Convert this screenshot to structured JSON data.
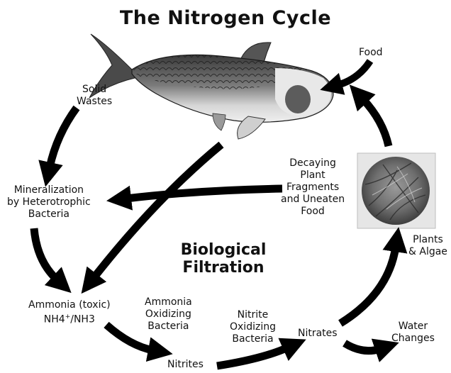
{
  "title": "The Nitrogen Cycle",
  "subtitle": "Biological Filtration",
  "labels": {
    "food": "Food",
    "solid_wastes": [
      "Solid",
      "Wastes"
    ],
    "mineralization": [
      "Mineralization",
      "by Heterotrophic",
      "Bacteria"
    ],
    "decaying": [
      "Decaying",
      "Plant",
      "Fragments",
      "and Uneaten",
      "Food"
    ],
    "plants": [
      "Plants",
      "& Algae"
    ],
    "ammonia_line1": "Ammonia (toxic)",
    "ammonia_nh4": "NH4",
    "ammonia_plus": "+",
    "ammonia_nh3": "/NH3",
    "ammonia_oxidizing": [
      "Ammonia",
      "Oxidizing",
      "Bacteria"
    ],
    "nitrite_oxidizing": [
      "Nitrite",
      "Oxidizing",
      "Bacteria"
    ],
    "nitrates": "Nitrates",
    "water_changes": [
      "Water",
      "Changes"
    ],
    "nitrites": "Nitrites"
  },
  "colors": {
    "arrow": "#000000",
    "text": "#111111",
    "background": "#ffffff"
  },
  "icons": {
    "fish": "koi-fish-image",
    "plants": "aquatic-plants-image"
  }
}
